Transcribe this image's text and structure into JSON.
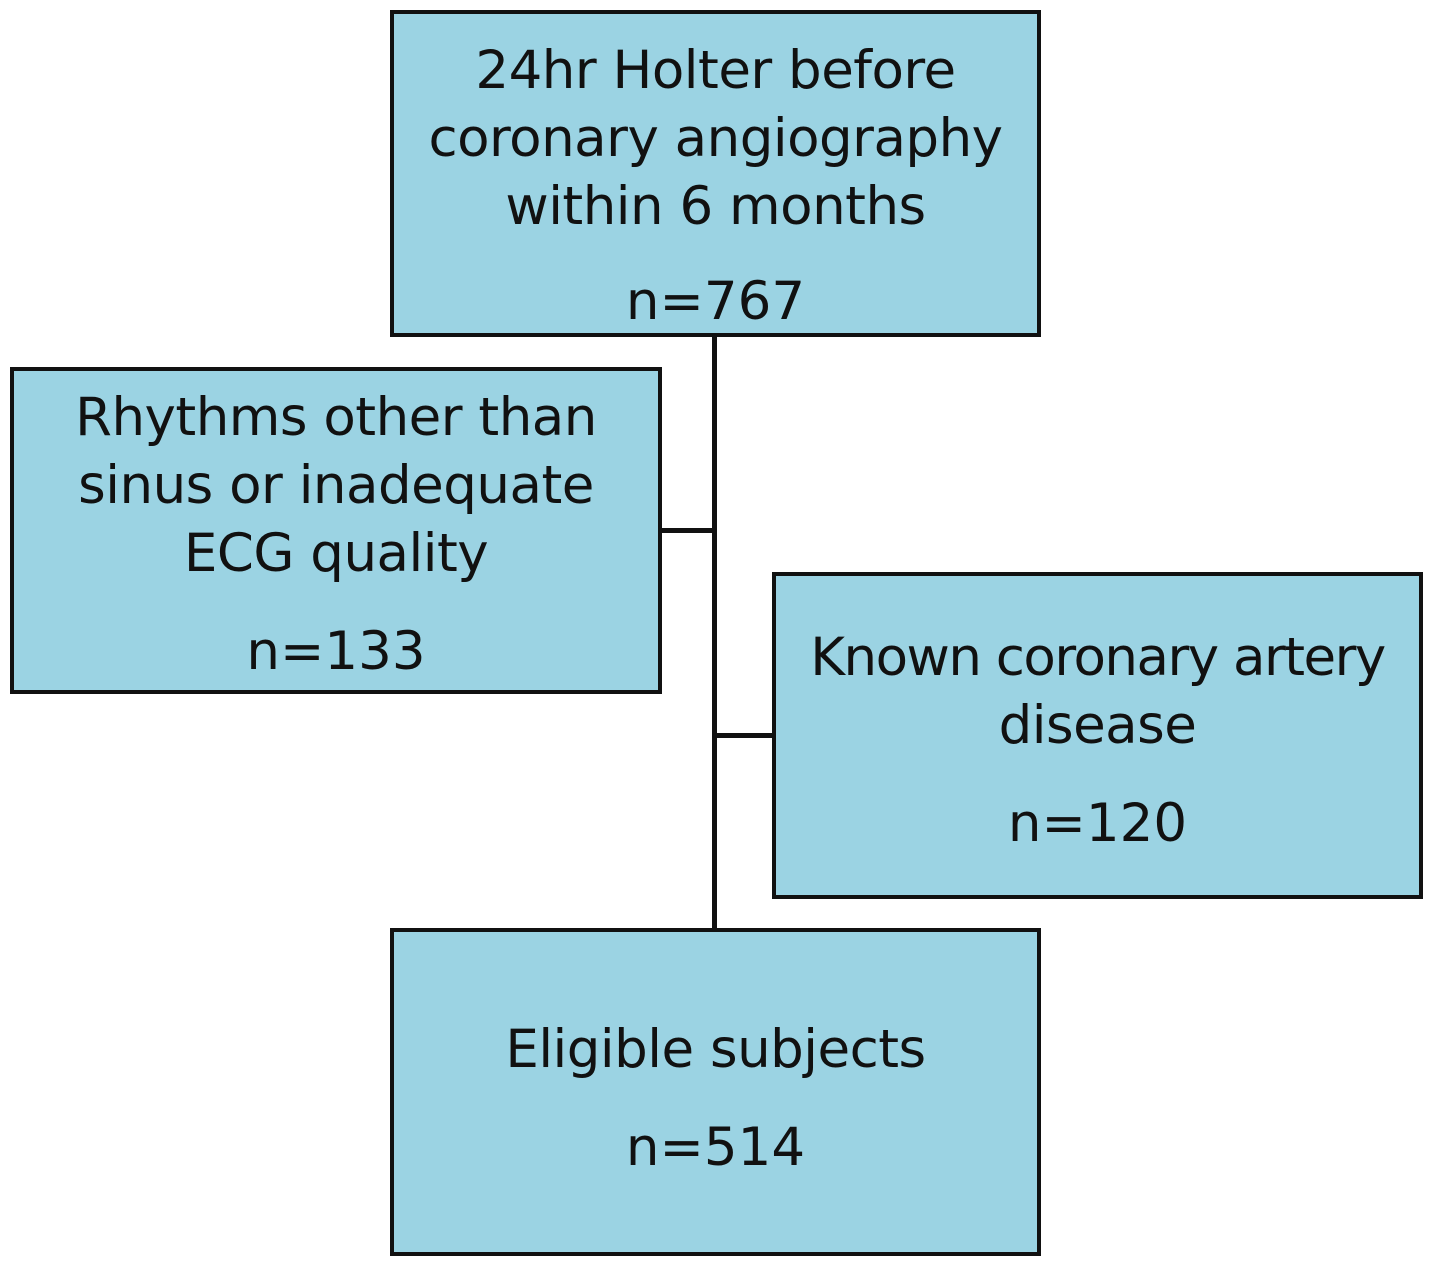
{
  "diagram": {
    "colors": {
      "box_fill": "#9bd3e3",
      "border": "#111111"
    },
    "boxes": [
      {
        "id": "start",
        "lines": [
          "24hr Holter before",
          "coronary angiography",
          "within 6 months"
        ],
        "count": "n=767"
      },
      {
        "id": "exclusion-rhythm",
        "lines": [
          "Rhythms other than",
          "sinus or inadequate",
          "ECG quality"
        ],
        "count": "n=133"
      },
      {
        "id": "exclusion-cad",
        "lines": [
          "Known coronary artery",
          "disease"
        ],
        "count": "n=120"
      },
      {
        "id": "eligible",
        "lines": [
          "Eligible subjects"
        ],
        "count": "n=514"
      }
    ]
  }
}
